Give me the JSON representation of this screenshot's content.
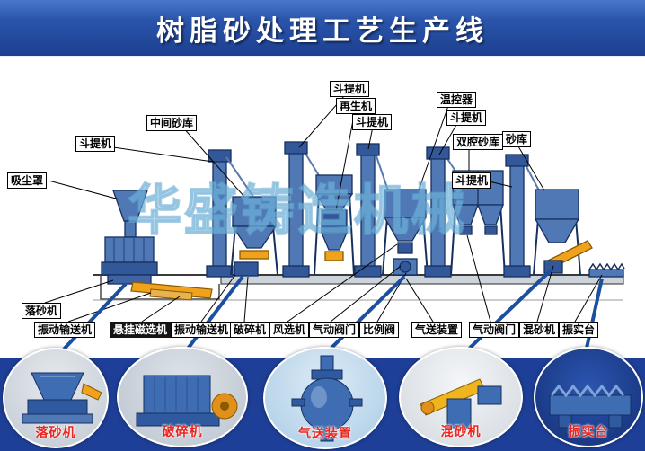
{
  "title": "树脂砂处理工艺生产线",
  "watermark": "华盛铸造机械",
  "labels_top": [
    {
      "text": "吸尘罩"
    },
    {
      "text": "斗提机"
    },
    {
      "text": "中间砂库"
    },
    {
      "text": "斗提机"
    },
    {
      "text": "再生机"
    },
    {
      "text": "斗提机"
    },
    {
      "text": "温控器"
    },
    {
      "text": "斗提机"
    },
    {
      "text": "双腔砂库"
    },
    {
      "text": "砂库"
    },
    {
      "text": "斗提机"
    }
  ],
  "labels_bottom": [
    {
      "text": "落砂机"
    },
    {
      "text": "振动输送机"
    },
    {
      "text": "悬挂磁选机"
    },
    {
      "text": "振动输送机"
    },
    {
      "text": "破碎机"
    },
    {
      "text": "风选机"
    },
    {
      "text": "气动阀门"
    },
    {
      "text": "比例阀"
    },
    {
      "text": "气送装置"
    },
    {
      "text": "气动阀门"
    },
    {
      "text": "混砂机"
    },
    {
      "text": "振实台"
    }
  ],
  "insets": [
    {
      "caption": "落砂机"
    },
    {
      "caption": "破碎机"
    },
    {
      "caption": "气送装置"
    },
    {
      "caption": "混砂机"
    },
    {
      "caption": "振实台"
    }
  ],
  "colors": {
    "header_bg": "#2a55ab",
    "bottom_band": "#1e3f97",
    "equipment_blue": "#4f78b5",
    "equipment_dark_blue": "#33589a",
    "accent_orange": "#f0a21d",
    "connector_blue": "#1b4fa0",
    "inset_caption_red": "#e8251f",
    "watermark_blue": "#96cdeb"
  }
}
